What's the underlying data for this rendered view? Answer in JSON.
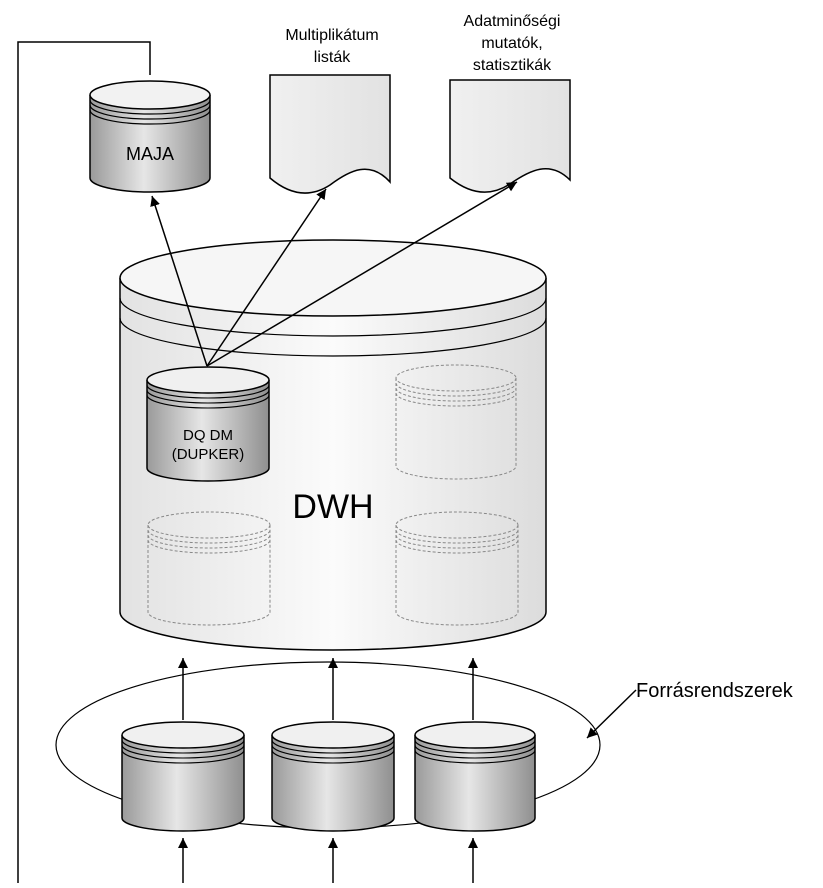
{
  "diagram": {
    "maja": {
      "label": "MAJA"
    },
    "doc_multiplikatum": {
      "line1": "Multiplikátum",
      "line2": "listák"
    },
    "doc_adatminoseg": {
      "line1": "Adatminőségi",
      "line2": "mutatók,",
      "line3": "statisztikák"
    },
    "dwh": {
      "label": "DWH"
    },
    "dq_dm": {
      "line1": "DQ DM",
      "line2": "(DUPKER)"
    },
    "sources": {
      "label": "Forrásrendszerek"
    }
  },
  "colors": {
    "cylinder_fill": "#e8e8e8",
    "cylinder_top": "#f4f4f4",
    "dark_cylinder": "#bdbdbd",
    "stroke": "#000000",
    "dashed": "#888888"
  }
}
